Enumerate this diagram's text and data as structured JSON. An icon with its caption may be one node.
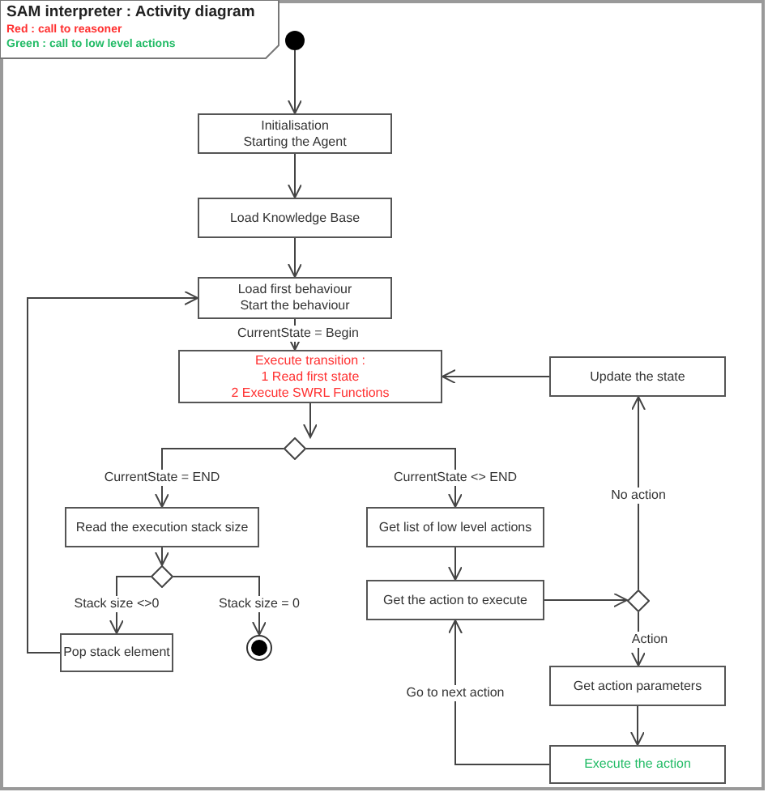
{
  "diagram": {
    "title": "SAM interpreter : Activity diagram",
    "nodes": [
      {
        "text": [],
        "shape": "circle"
      },
      {
        "text": [
          "Initialisation",
          "Starting the Agent"
        ]
      },
      {
        "text": [
          "Load Knowledge Base"
        ]
      },
      {
        "text": [
          "Load first behaviour",
          "Start the behaviour"
        ]
      },
      {
        "text": [
          "Execute transition :",
          "1 Read first state",
          "2 Execute SWRL Functions"
        ]
      },
      {
        "text": [
          "Update the state"
        ]
      },
      {
        "text": [],
        "shape": "diamond"
      },
      {
        "text": [
          "Read the execution stack size"
        ]
      },
      {
        "text": [],
        "shape": "diamond"
      },
      {
        "text": [
          "Pop  stack element"
        ]
      },
      {
        "text": [],
        "shape": "circle"
      },
      {
        "text": [
          "Get list of low level actions"
        ]
      },
      {
        "text": [
          "Get the action to execute"
        ]
      },
      {
        "text": [],
        "shape": "diamond"
      },
      {
        "text": [
          "Get action parameters"
        ]
      },
      {
        "text": [
          "Execute the action"
        ]
      }
    ],
    "edges": [
      {
        "from": 0,
        "to": 1,
        "arrow": "to"
      },
      {
        "from": 1,
        "to": 2,
        "arrow": "to"
      },
      {
        "from": 2,
        "to": 3,
        "arrow": "to"
      },
      {
        "from": 3,
        "to": 4,
        "arrow": "to",
        "label": "CurrentState = Begin"
      },
      {
        "from": 4,
        "to": 6,
        "arrow": "to"
      },
      {
        "from": 6,
        "to": 7,
        "arrow": "to",
        "label": "CurrentState = END"
      },
      {
        "from": 6,
        "to": 11,
        "arrow": "to",
        "label": "CurrentState <> END"
      },
      {
        "from": 7,
        "to": 8,
        "arrow": "to"
      },
      {
        "from": 8,
        "to": 9,
        "arrow": "to",
        "label": "Stack size <>0"
      },
      {
        "from": 8,
        "to": 10,
        "arrow": "to",
        "label": "Stack size = 0"
      },
      {
        "from": 9,
        "to": 3,
        "arrow": "to"
      },
      {
        "from": 11,
        "to": 12,
        "arrow": "to"
      },
      {
        "from": 12,
        "to": 13,
        "arrow": "to"
      },
      {
        "from": 13,
        "to": 5,
        "arrow": "to",
        "label": "No action"
      },
      {
        "from": 13,
        "to": 14,
        "arrow": "to",
        "label": "Action"
      },
      {
        "from": 14,
        "to": 15,
        "arrow": "to"
      },
      {
        "from": 15,
        "to": 12,
        "arrow": "to",
        "label": "Go to next action"
      },
      {
        "from": 5,
        "to": 4,
        "arrow": "to"
      }
    ],
    "legend": [
      {
        "text": "Red : call to reasoner",
        "color": "#ff3030"
      },
      {
        "text": "Green : call to low level actions",
        "color": "#22bb66"
      }
    ]
  }
}
